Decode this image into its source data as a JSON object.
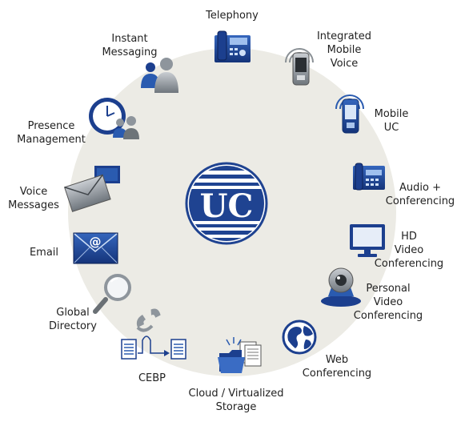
{
  "center": {
    "label": "UC"
  },
  "colors": {
    "circle": "#ecebe5",
    "navy": "#1c3f8e",
    "blue": "#2a5bb0",
    "light_blue": "#6d96d6",
    "gray": "#8e959c",
    "text": "#222222"
  },
  "nodes": [
    {
      "key": "telephony",
      "icon": "desk-phone-icon",
      "lines": [
        "Telephony"
      ]
    },
    {
      "key": "integrated-mobile-voice",
      "icon": "mobile-phone-wireless-icon",
      "lines": [
        "Integrated",
        "Mobile",
        "Voice"
      ]
    },
    {
      "key": "mobile-uc",
      "icon": "mobile-phone-wireless-icon",
      "lines": [
        "Mobile",
        "UC"
      ]
    },
    {
      "key": "audio-conferencing",
      "icon": "conference-phone-icon",
      "lines": [
        "Audio +",
        "Conferencing"
      ]
    },
    {
      "key": "hd-video-conferencing",
      "icon": "monitor-icon",
      "lines": [
        "HD",
        "Video",
        "Conferencing"
      ]
    },
    {
      "key": "personal-video-conferencing",
      "icon": "webcam-icon",
      "lines": [
        "Personal",
        "Video",
        "Conferencing"
      ]
    },
    {
      "key": "web-conferencing",
      "icon": "globe-icon",
      "lines": [
        "Web",
        "Conferencing"
      ]
    },
    {
      "key": "cloud-virtualized-storage",
      "icon": "folder-documents-icon",
      "lines": [
        "Cloud / Virtualized",
        "Storage"
      ]
    },
    {
      "key": "cebp",
      "icon": "business-process-icon",
      "lines": [
        "CEBP"
      ]
    },
    {
      "key": "global-directory",
      "icon": "magnifier-icon",
      "lines": [
        "Global",
        "Directory"
      ]
    },
    {
      "key": "email",
      "icon": "email-envelope-icon",
      "lines": [
        "Email"
      ]
    },
    {
      "key": "voice-messages",
      "icon": "voice-message-envelope-icon",
      "lines": [
        "Voice",
        "Messages"
      ]
    },
    {
      "key": "presence-management",
      "icon": "clock-people-icon",
      "lines": [
        "Presence",
        "Management"
      ]
    },
    {
      "key": "instant-messaging",
      "icon": "people-icon",
      "lines": [
        "Instant",
        "Messaging"
      ]
    }
  ]
}
